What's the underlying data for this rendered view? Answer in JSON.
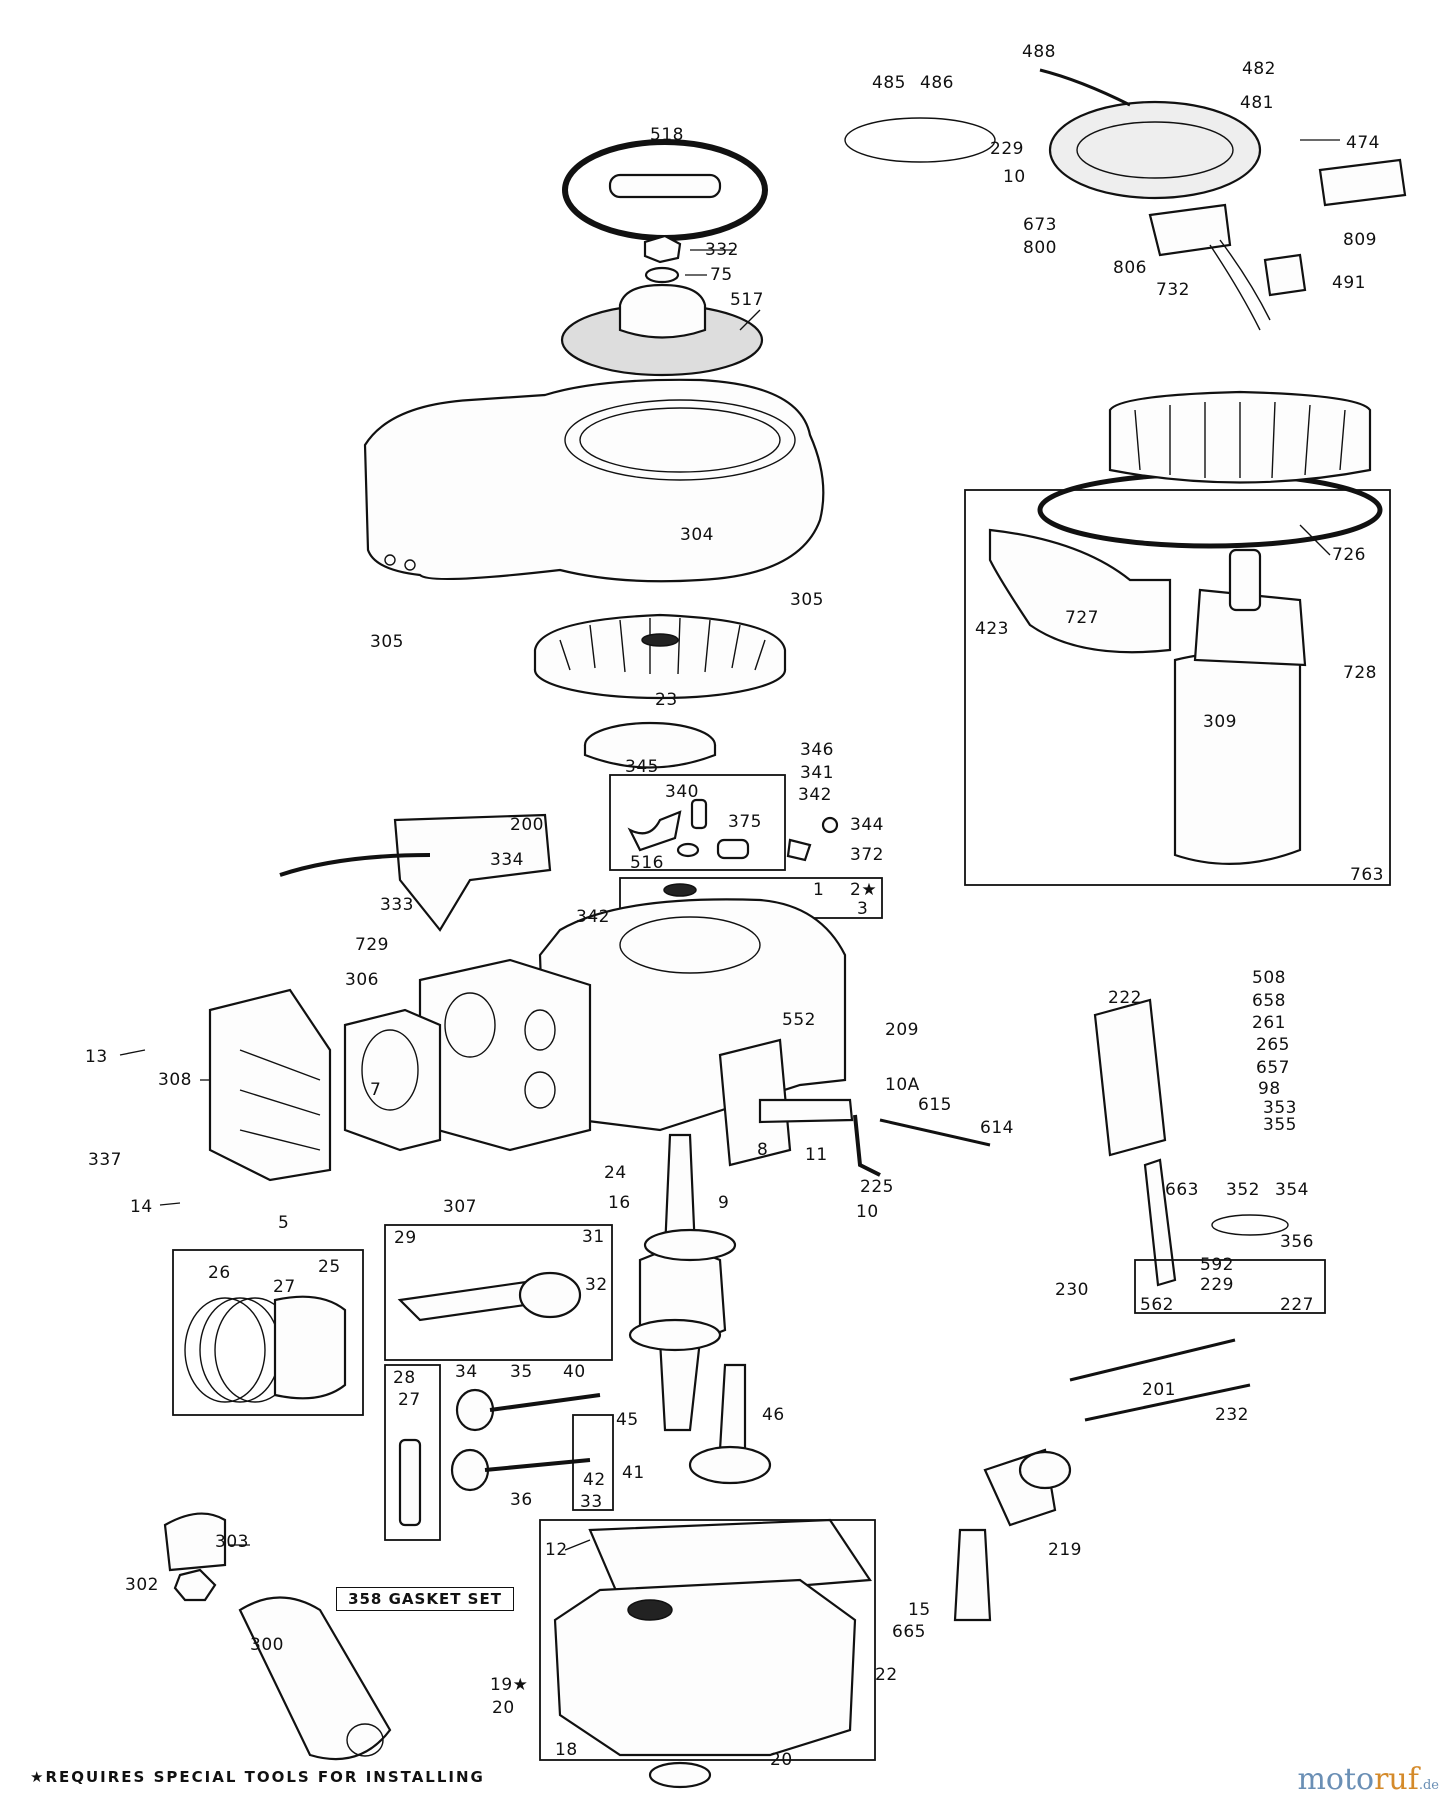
{
  "labels": {
    "p518": "518",
    "p332": "332",
    "p75": "75",
    "p517": "517",
    "p304": "304",
    "p305a": "305",
    "p305b": "305",
    "p23": "23",
    "p345": "345",
    "p346": "346",
    "p341": "341",
    "p342a": "342",
    "p340": "340",
    "p375": "375",
    "p344": "344",
    "p516": "516",
    "p372": "372",
    "p200": "200",
    "p334": "334",
    "p333": "333",
    "p342b": "342",
    "p729": "729",
    "p306": "306",
    "p1": "1",
    "p2": "2★",
    "p3": "3",
    "p13": "13",
    "p308": "308",
    "p7": "7",
    "p337": "337",
    "p14": "14",
    "p5": "5",
    "p307": "307",
    "p552": "552",
    "p209": "209",
    "p10A": "10A",
    "p615": "615",
    "p614": "614",
    "p8": "8",
    "p11": "11",
    "p9": "9",
    "p225": "225",
    "p10b": "10",
    "p24": "24",
    "p16": "16",
    "p25": "25",
    "p26": "26",
    "p27a": "27",
    "p29": "29",
    "p31": "31",
    "p32": "32",
    "p28": "28",
    "p27b": "27",
    "p34": "34",
    "p35": "35",
    "p40": "40",
    "p45": "45",
    "p46": "46",
    "p41": "41",
    "p42": "42",
    "p33": "33",
    "p36": "36",
    "p303": "303",
    "p302": "302",
    "p300": "300",
    "p12": "12",
    "p19": "19★",
    "p20a": "20",
    "p18": "18",
    "p20b": "20",
    "p22": "22",
    "p15": "15",
    "p665": "665",
    "p485": "485",
    "p486": "486",
    "p488": "488",
    "p482": "482",
    "p481": "481",
    "p474": "474",
    "p229a": "229",
    "p10a": "10",
    "p673": "673",
    "p800": "800",
    "p806": "806",
    "p732": "732",
    "p491": "491",
    "p809": "809",
    "p726": "726",
    "p423": "423",
    "p727": "727",
    "p728": "728",
    "p309": "309",
    "p763": "763",
    "p508": "508",
    "p658": "658",
    "p222": "222",
    "p261": "261",
    "p265": "265",
    "p657": "657",
    "p98": "98",
    "p353": "353",
    "p355": "355",
    "p663": "663",
    "p352": "352",
    "p354": "354",
    "p356": "356",
    "p592": "592",
    "p229b": "229",
    "p230": "230",
    "p562": "562",
    "p227": "227",
    "p201": "201",
    "p232": "232",
    "p219": "219"
  },
  "gasket_set_label": "358 GASKET SET",
  "footnote": "★REQUIRES SPECIAL TOOLS FOR INSTALLING",
  "watermark": {
    "part1": "moto",
    "part2": "ruf",
    "suffix": ".de"
  }
}
